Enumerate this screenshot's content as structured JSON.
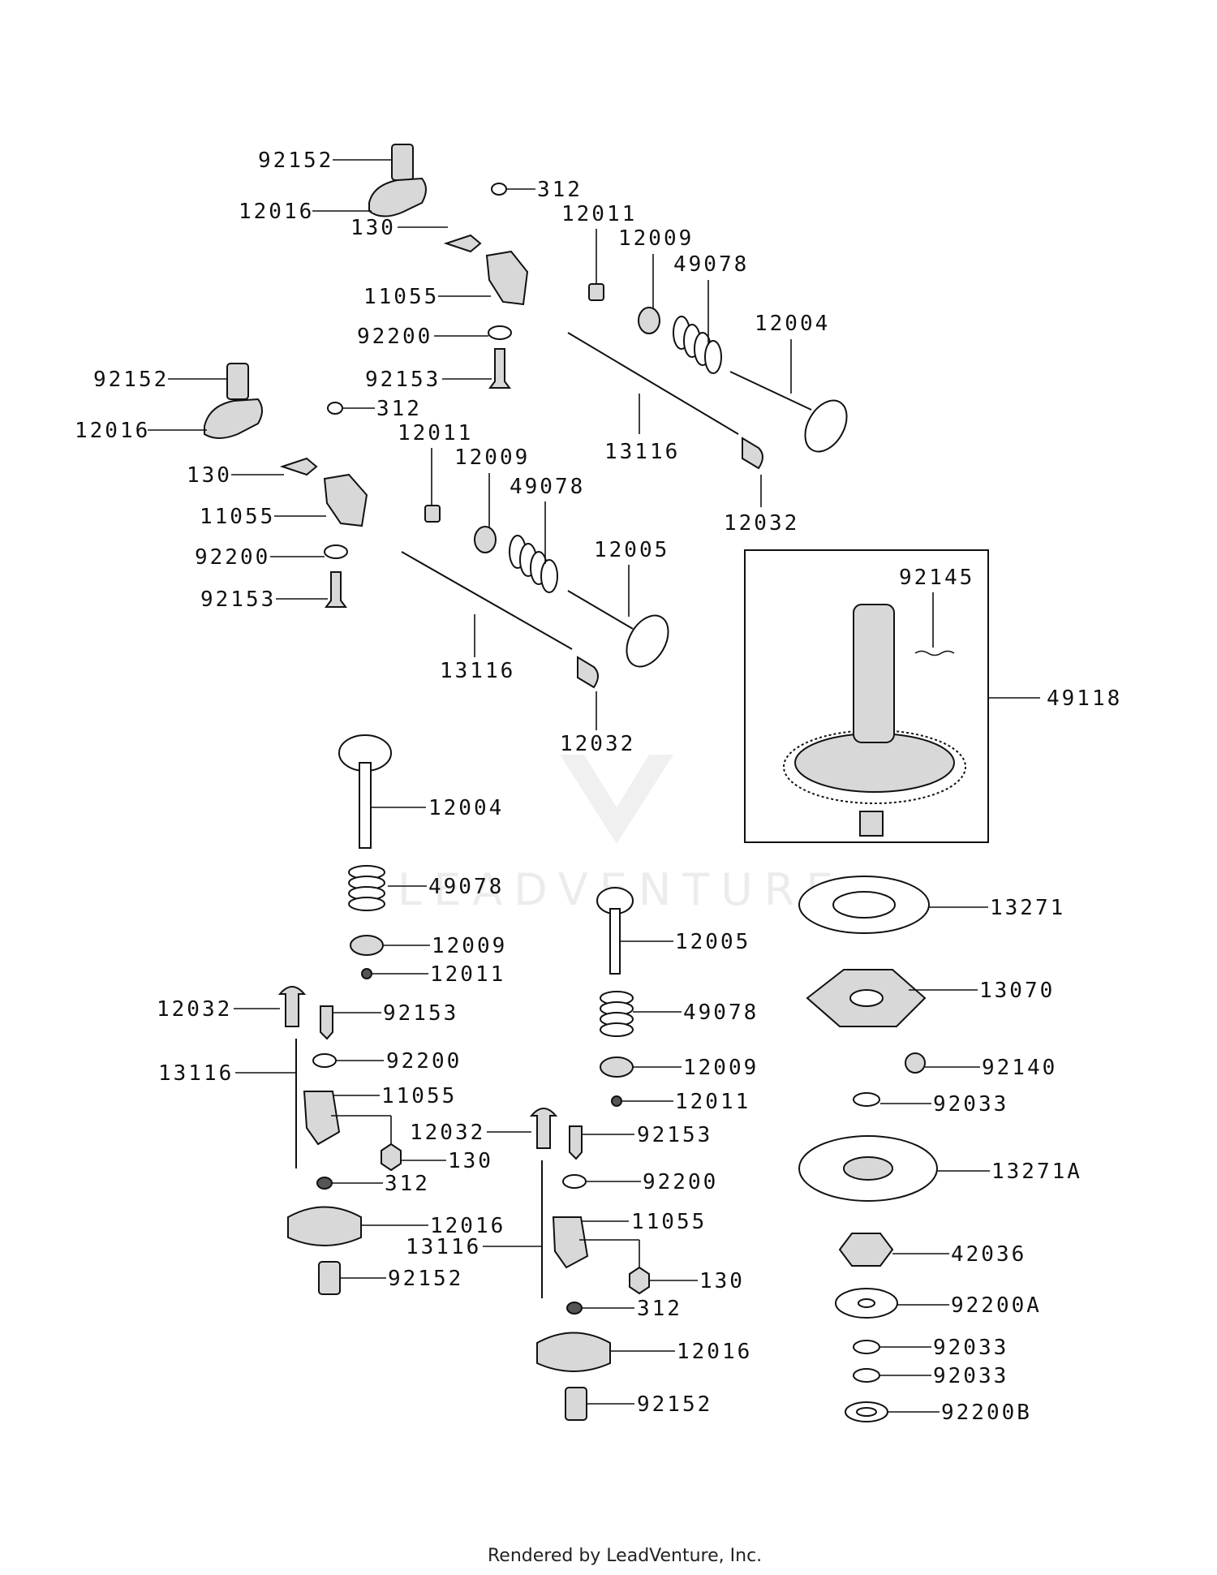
{
  "watermark": "LEADVENTURE",
  "footer": "Rendered by LeadVenture, Inc.",
  "labels": [
    "92152",
    "12016",
    "312",
    "12011",
    "130",
    "11055",
    "92200",
    "92153",
    "12009",
    "49078",
    "12004",
    "13116",
    "12032",
    "92152",
    "12016",
    "312",
    "12011",
    "130",
    "11055",
    "92200",
    "92153",
    "12009",
    "49078",
    "12005",
    "13116",
    "12032",
    "92145",
    "49118",
    "12004",
    "49078",
    "12009",
    "12011",
    "12032",
    "92153",
    "13116",
    "92200",
    "11055",
    "130",
    "312",
    "12016",
    "92152",
    "12005",
    "49078",
    "12009",
    "12011",
    "12032",
    "92153",
    "92200",
    "11055",
    "13116",
    "130",
    "312",
    "12016",
    "92152",
    "13271",
    "13070",
    "92140",
    "92033",
    "13271A",
    "42036",
    "92200A",
    "92033",
    "92033",
    "92200B"
  ]
}
